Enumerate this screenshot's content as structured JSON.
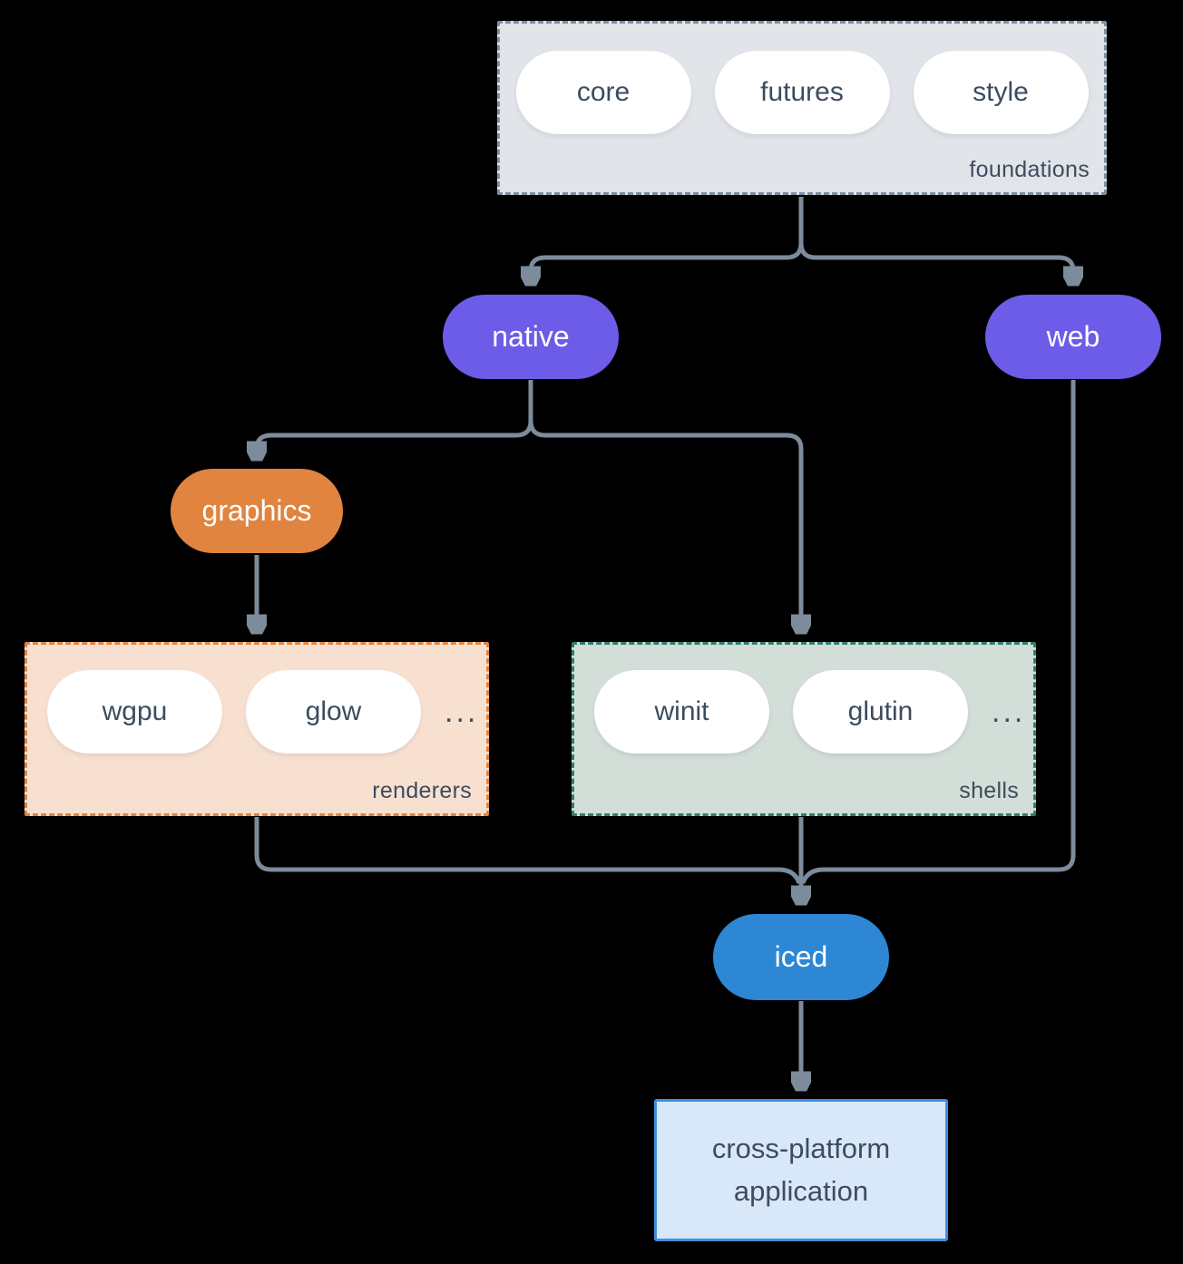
{
  "colors": {
    "background": "#000000",
    "connector": "#7c8c9b",
    "text_dark": "#3d4c5e",
    "node_text": "#ffffff",
    "purple": "#6c5ce8",
    "orange": "#e0843f",
    "blue": "#2e87d5",
    "foundations_fill": "#e1e4e8",
    "foundations_border": "#7e8da0",
    "renderers_fill": "#f8e0d1",
    "renderers_border": "#e0843f",
    "shells_fill": "#d2ded7",
    "shells_border": "#2f7d6d",
    "app_fill": "#d9e8f8",
    "app_border": "#3f8de2",
    "pill_fill": "#ffffff"
  },
  "groups": {
    "foundations": {
      "label": "foundations",
      "items": [
        "core",
        "futures",
        "style"
      ]
    },
    "renderers": {
      "label": "renderers",
      "items": [
        "wgpu",
        "glow"
      ],
      "ellipsis": "..."
    },
    "shells": {
      "label": "shells",
      "items": [
        "winit",
        "glutin"
      ],
      "ellipsis": "..."
    }
  },
  "nodes": {
    "native": "native",
    "web": "web",
    "graphics": "graphics",
    "iced": "iced",
    "application": "cross-platform application"
  }
}
